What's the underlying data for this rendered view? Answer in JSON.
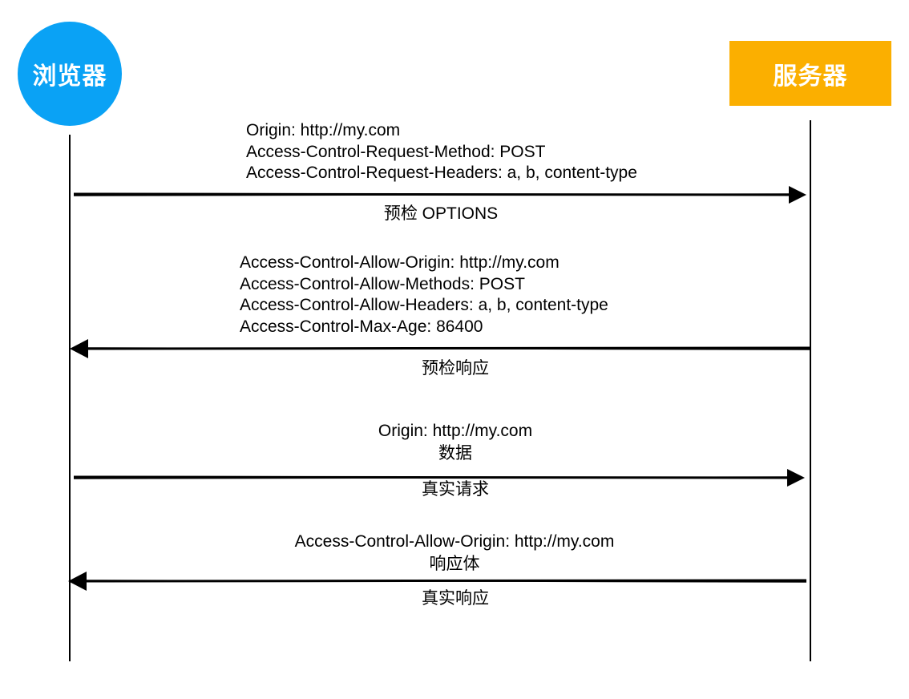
{
  "actors": {
    "browser": {
      "label": "浏览器",
      "color": "#0aa2f5"
    },
    "server": {
      "label": "服务器",
      "color": "#fbaf00"
    }
  },
  "messages": [
    {
      "direction": "browser-to-server",
      "headers": [
        "Origin: http://my.com",
        "Access-Control-Request-Method: POST",
        "Access-Control-Request-Headers: a, b, content-type"
      ],
      "label": "预检 OPTIONS"
    },
    {
      "direction": "server-to-browser",
      "headers": [
        "Access-Control-Allow-Origin: http://my.com",
        "Access-Control-Allow-Methods: POST",
        "Access-Control-Allow-Headers: a, b, content-type",
        "Access-Control-Max-Age: 86400"
      ],
      "label": "预检响应"
    },
    {
      "direction": "browser-to-server",
      "headers": [
        "Origin: http://my.com",
        "数据"
      ],
      "label": "真实请求"
    },
    {
      "direction": "server-to-browser",
      "headers": [
        "Access-Control-Allow-Origin: http://my.com",
        "响应体"
      ],
      "label": "真实响应"
    }
  ]
}
